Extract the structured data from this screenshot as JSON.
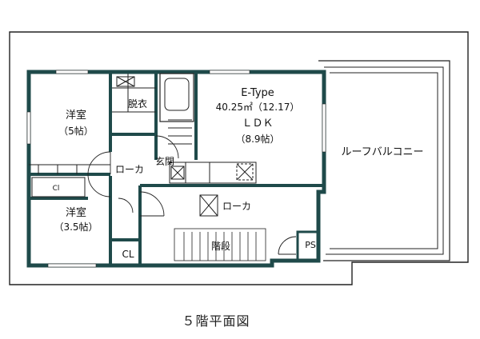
{
  "rooms": {
    "western_room_1": {
      "name": "洋室",
      "size": "（5帖）"
    },
    "western_room_2": {
      "name": "洋室",
      "size": "（3.5帖）"
    },
    "ldk": {
      "type": "E-Type",
      "area": "40.25㎡（12.17）",
      "name": "ＬＤＫ",
      "size": "（8.9帖）"
    },
    "dressing": "脱衣",
    "entrance": "玄関",
    "closet_1": "ローカ",
    "closet_2": "ローカ",
    "stairs": "階段",
    "cl": "CL",
    "ps": "PS",
    "balcony": "ルーフバルコニー",
    "cl_small": "Cl"
  },
  "caption": "５階平面図"
}
